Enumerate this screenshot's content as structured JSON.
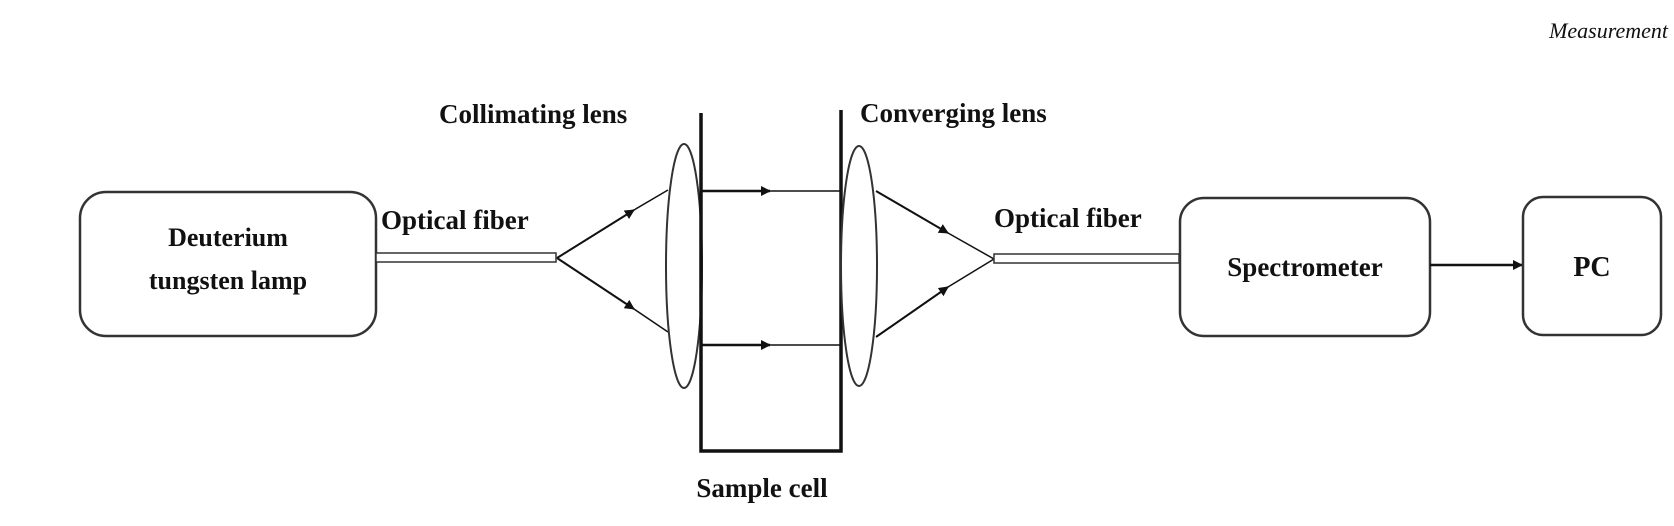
{
  "header": {
    "journal": "Measurement"
  },
  "diagram": {
    "lamp_lines": [
      "Deuterium",
      "tungsten lamp"
    ],
    "fiber_left": "Optical fiber",
    "collimating_lens": "Collimating lens",
    "converging_lens": "Converging lens",
    "fiber_right": "Optical fiber",
    "sample_cell": "Sample cell",
    "spectrometer": "Spectrometer",
    "pc": "PC"
  }
}
